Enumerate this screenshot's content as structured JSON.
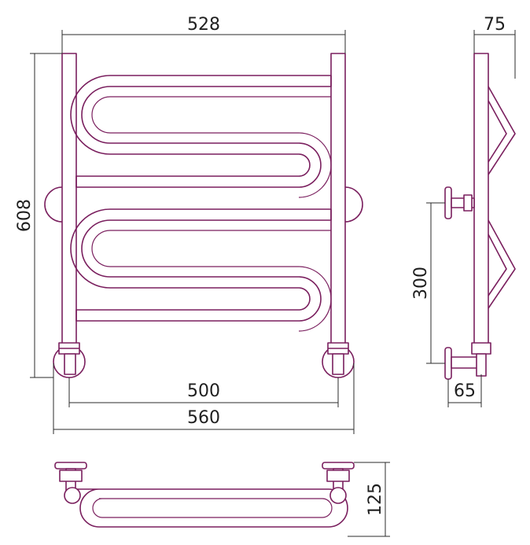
{
  "colors": {
    "outline": "#7a1f5e",
    "dimension": "#2b2b2b",
    "background": "#ffffff"
  },
  "dimensions": {
    "top_width": "528",
    "depth": "75",
    "height": "608",
    "center_distance": "500",
    "side_spacing": "300",
    "total_width": "560",
    "wall_offset": "65",
    "bottom_depth": "125"
  }
}
